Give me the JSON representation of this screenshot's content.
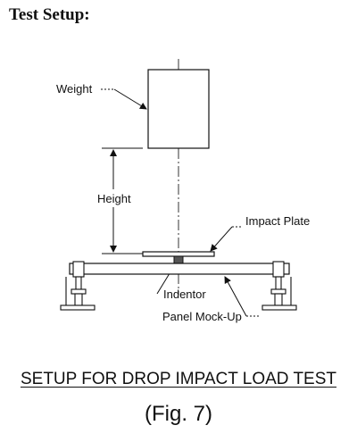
{
  "heading": "Test Setup:",
  "labels": {
    "weight": "Weight",
    "height": "Height",
    "impact_plate": "Impact Plate",
    "indentor": "Indentor",
    "panel_mockup": "Panel Mock-Up"
  },
  "caption": "SETUP FOR DROP IMPACT LOAD TEST",
  "figure_number": "(Fig. 7)"
}
